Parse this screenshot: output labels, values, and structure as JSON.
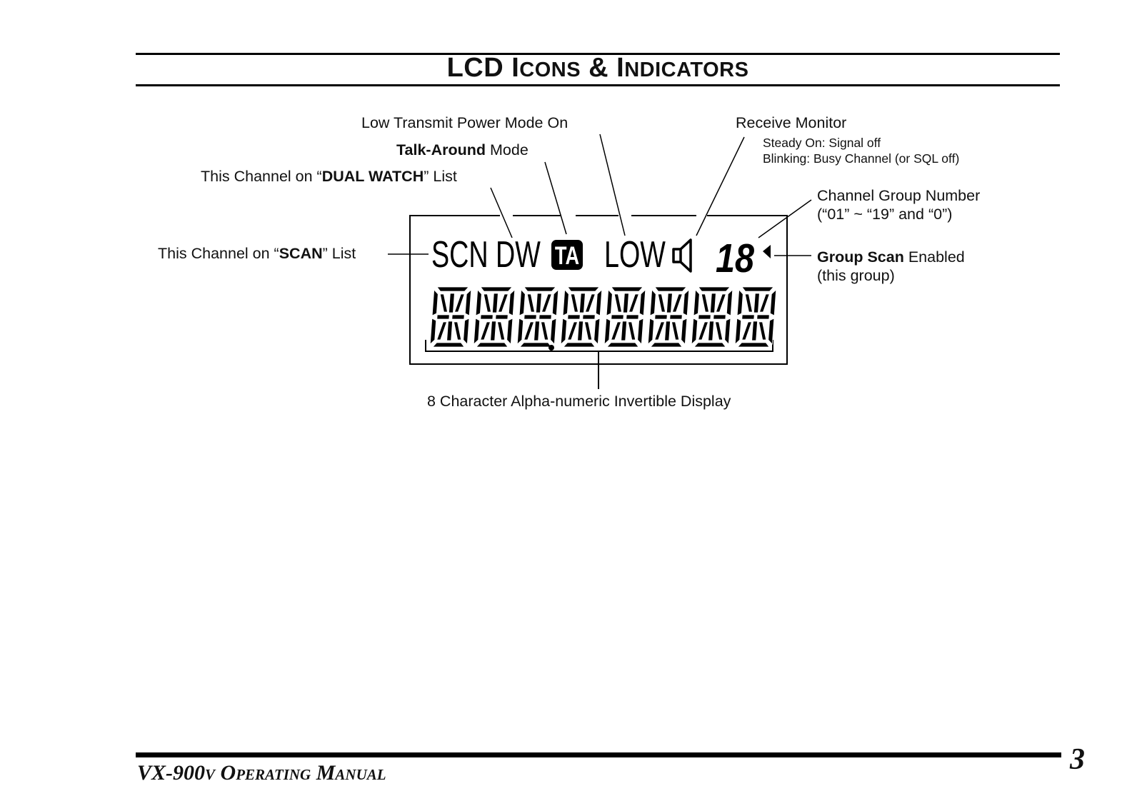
{
  "header": {
    "title_lead": "LCD I",
    "title_mid1": "CONS",
    "title_amp": " & I",
    "title_mid2": "NDICATORS"
  },
  "labels": {
    "low_power": "Low Transmit Power  Mode On",
    "talk_around_bold": "Talk-Around",
    "talk_around_rest": " Mode",
    "dual_watch_pre": "This Channel on “",
    "dual_watch_bold": "DUAL WATCH",
    "dual_watch_post": "” List",
    "scan_pre": "This Channel on “",
    "scan_bold": "SCAN",
    "scan_post": "” List",
    "receive_monitor": "Receive Monitor",
    "steady_on": "Steady On: Signal off",
    "blinking": "Blinking: Busy Channel (or SQL off)",
    "group_number_line1": "Channel Group Number",
    "group_number_line2": "(“01” ~ “19” and “0”)",
    "group_scan_bold": "Group Scan",
    "group_scan_rest": " Enabled",
    "group_scan_line2": "(this group)",
    "display_caption": "8 Character Alpha-numeric Invertible Display"
  },
  "lcd": {
    "icons": {
      "scn": "SCN",
      "dw": "DW",
      "ta": "TA",
      "low": "LOW",
      "group_digits": "18"
    },
    "alnum_chars": [
      "8",
      "8",
      "8",
      "8",
      "8",
      "8",
      "8",
      "8"
    ],
    "speaker_icon": "speaker-icon",
    "group_scan_pointer_icon": "triangle-pointer-icon"
  },
  "footer": {
    "model_a": "VX-900",
    "model_b": "V",
    "manual_a": " O",
    "manual_b": "PERATING",
    "manual_c": " M",
    "manual_d": "ANUAL",
    "page_number": "3"
  }
}
